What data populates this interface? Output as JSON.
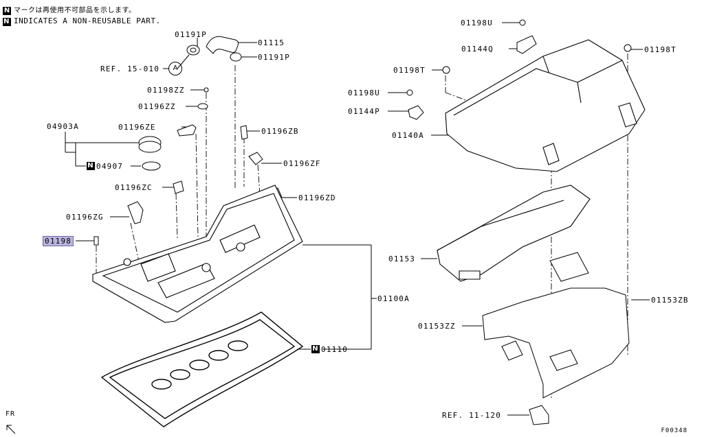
{
  "legend": {
    "marker": "N",
    "line_jp": "マークは再使用不可部品を示します。",
    "line_en": "INDICATES A NON-REUSABLE PART."
  },
  "labels": {
    "p01191P_top": "01191P",
    "p01115": "01115",
    "p01191P_right": "01191P",
    "ref15": "REF. 15-010",
    "circleA": "A",
    "p01198ZZ": "01198ZZ",
    "p01196ZZ": "01196ZZ",
    "p04903A": "04903A",
    "p01196ZE": "01196ZE",
    "p01196ZB": "01196ZB",
    "p04907": "04907",
    "p01196ZF": "01196ZF",
    "p01196ZC": "01196ZC",
    "p01196ZD": "01196ZD",
    "p01196ZG": "01196ZG",
    "p01198": "01198",
    "p01100A": "01100A",
    "p01110": "01110",
    "p01198U_top": "01198U",
    "p01144Q": "01144Q",
    "p01198T_left": "01198T",
    "p01198T_right": "01198T",
    "p01198U_mid": "01198U",
    "p01144P": "01144P",
    "p01140A": "01140A",
    "p01153": "01153",
    "p01153ZB": "01153ZB",
    "p01153ZZ": "01153ZZ",
    "ref11": "REF. 11-120",
    "fr": "FR",
    "figure_code": "F00348"
  },
  "highlight_color": "#b9b4dc"
}
